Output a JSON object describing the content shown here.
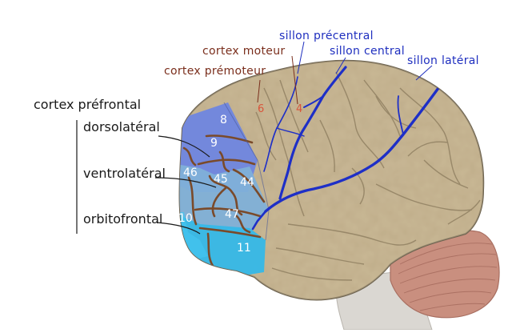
{
  "labels": {
    "cortex_prefrontal": "cortex préfrontal",
    "dorsolateral": "dorsolatéral",
    "ventrolateral": "ventrolatéral",
    "orbitofrontal": "orbitofrontal",
    "cortex_moteur": "cortex moteur",
    "cortex_premoteur": "cortex prémoteur",
    "sillon_precentral": "sillon précentral",
    "sillon_central": "sillon central",
    "sillon_lateral": "sillon latéral"
  },
  "areas": {
    "a8": "8",
    "a9": "9",
    "a46": "46",
    "a45": "45",
    "a44": "44",
    "a47": "47",
    "a10": "10",
    "a11": "11",
    "a6": "6",
    "a4": "4"
  },
  "colors": {
    "brain": "#c9b896",
    "cerebellum": "#c98f7f",
    "brainstem": "#d9d7d3",
    "dorsolateral": "#6f86e0",
    "ventrolateral": "#7fb0d8",
    "orbitofrontal": "#35b8e8",
    "sulcus_blue": "#1e2fc7",
    "brodmann_line": "#7a4a2a",
    "brown_text": "#7a2e1c",
    "blue_text": "#1f2fbf"
  }
}
